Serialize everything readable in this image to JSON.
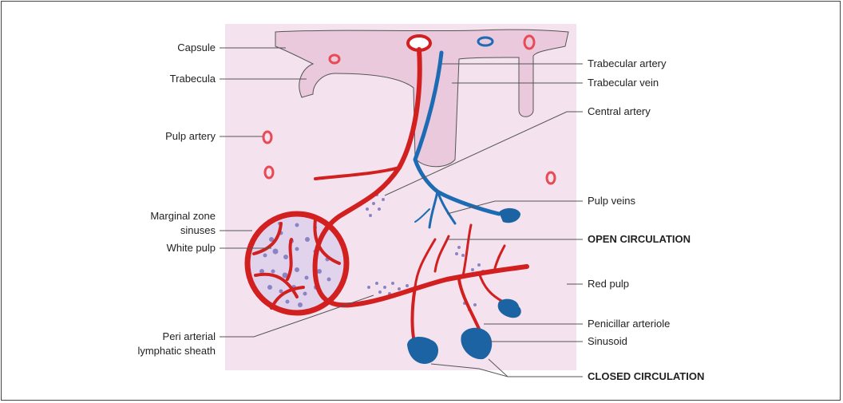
{
  "colors": {
    "background": "#f4e3ee",
    "trabecula": "#eac9dd",
    "artery": "#d1201f",
    "vein": "#1d6cb3",
    "sinusoid": "#1c63a3",
    "lymphocyte": "#8a84c4",
    "outline": "#555555"
  },
  "labels": {
    "capsule": "Capsule",
    "trabecula": "Trabecula",
    "pulp_artery": "Pulp artery",
    "marginal_zone_1": "Marginal zone",
    "marginal_zone_2": "sinuses",
    "white_pulp": "White pulp",
    "pals_1": "Peri arterial",
    "pals_2": "lymphatic sheath",
    "trabecular_artery": "Trabecular artery",
    "trabecular_vein": "Trabecular vein",
    "central_artery": "Central artery",
    "pulp_veins": "Pulp veins",
    "open_circulation": "OPEN CIRCULATION",
    "red_pulp": "Red pulp",
    "penicillar_arteriole": "Penicillar arteriole",
    "sinusoid": "Sinusoid",
    "closed_circulation": "CLOSED CIRCULATION"
  }
}
